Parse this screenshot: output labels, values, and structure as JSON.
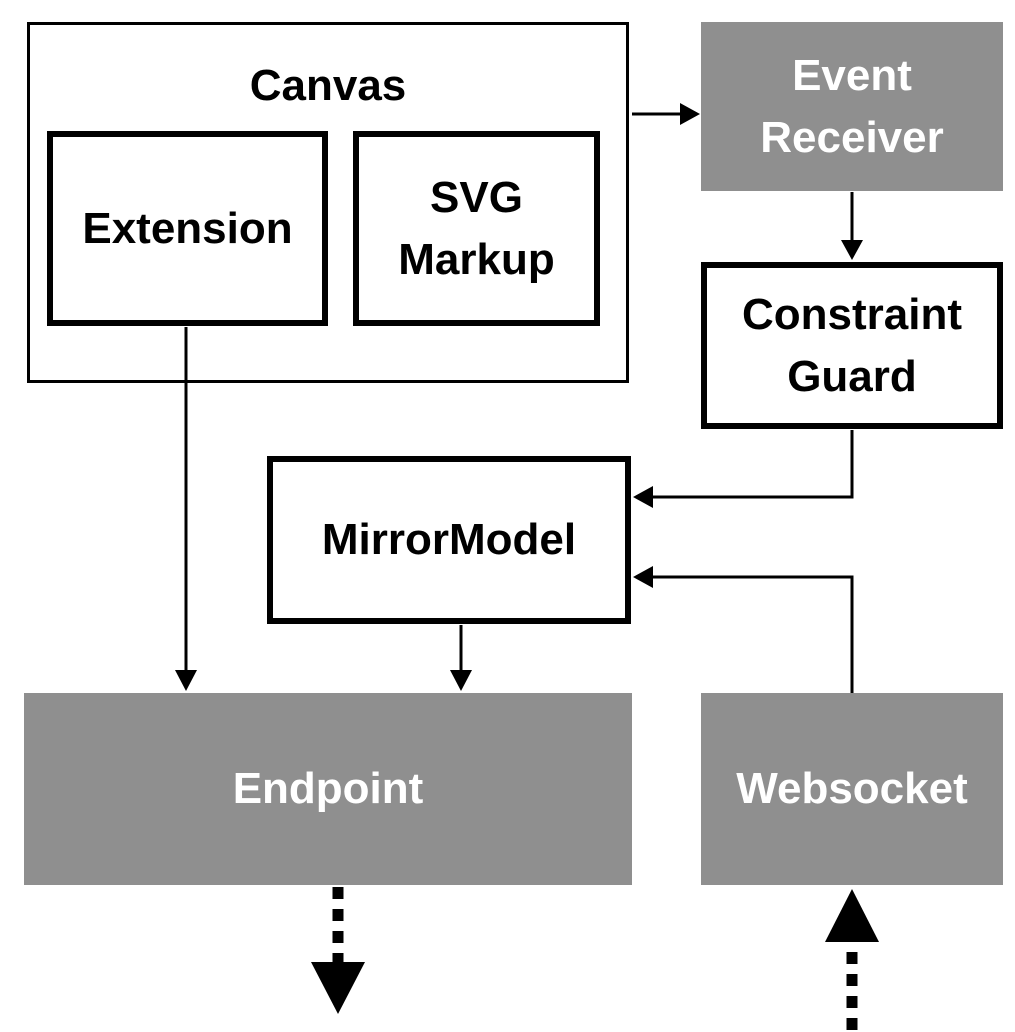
{
  "nodes": {
    "canvas": {
      "label": "Canvas"
    },
    "extension": {
      "label": "Extension"
    },
    "svg_markup": {
      "label": "SVG\nMarkup"
    },
    "event_receiver": {
      "label": "Event\nReceiver"
    },
    "constraint_guard": {
      "label": "Constraint\nGuard"
    },
    "mirror_model": {
      "label": "MirrorModel"
    },
    "endpoint": {
      "label": "Endpoint"
    },
    "websocket": {
      "label": "Websocket"
    }
  },
  "colors": {
    "gray_fill": "#8f8f8f",
    "line": "#000000",
    "gray_text": "#ffffff"
  }
}
